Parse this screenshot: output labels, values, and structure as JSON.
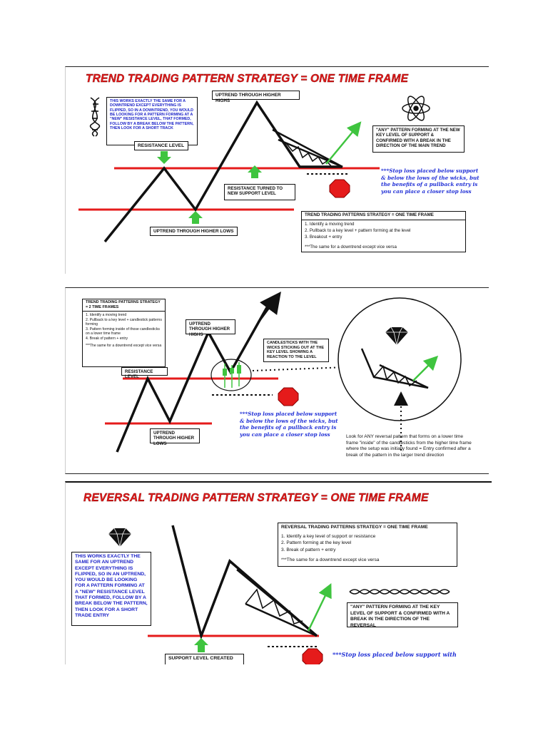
{
  "panel1": {
    "title": "TREND TRADING PATTERN STRATEGY = ONE TIME FRAME",
    "note": "THIS WORKS EXACTLY THE SAME FOR A DOWNTREND EXCEPT EVERYTHING IS FLIPPED, SO IN A DOWNTREND, YOU WOULD BE LOOKING FOR A PATTERN FORMING AT A \"NEW\" RESISTANCE LEVEL, THAT FORMED, FOLLOW BY A BREAK BELOW THE PATTERN, THEN LOOK FOR A SHORT TRACK",
    "uptrend_highs": "UPTREND THROUGH HIGHER HIGHS",
    "resistance_level": "RESISTANCE LEVEL",
    "resistance_turned": "RESISTANCE TURNED TO NEW SUPPORT LEVEL",
    "uptrend_lows": "UPTREND THROUGH HIGHER LOWS",
    "any_pattern": "\"ANY\" PATTERN FORMING AT THE NEW KEY LEVEL OF SUPPORT & CONFIRMED WITH A BREAK IN THE DIRECTION OF THE MAIN TREND",
    "stop_loss": "***Stop loss placed below support & below the lows of the wicks, but the benefits of a pullback entry is you can place a closer stop loss",
    "steps_title": "TREND TRADING PATTERNS STRATEGY = ONE TIME FRAME",
    "steps": [
      "1. Identify a moving trend",
      "2. Pullback to a key level + pattern forming at the level",
      "3. Breakout + entry"
    ],
    "steps_note": "***The same for a downtrend except vice versa"
  },
  "panel2": {
    "steps_title": "TREND TRADING PATTERNS STRATEGY = 2 TIME FRAMES",
    "steps": [
      "1. Identify a moving trend",
      "2. Pullback to a key level + candlestick patterns forming",
      "3. Pattern forming inside of those candlesticks on a lower time frame",
      "4. Break of pattern + entry"
    ],
    "steps_note": "***The same for a downtrend except vice versa",
    "uptrend_highs": "UPTREND THROUGH HIGHER HIGHS",
    "candles_note": "CANDLESTICKS WITH THE WICKS STICKING OUT AT THE KEY LEVEL SHOWING A REACTION TO THE LEVEL",
    "resistance_level": "RESISTANCE LEVEL",
    "uptrend_lows": "UPTREND THROUGH HIGHER LOWS",
    "stop_loss": "***Stop loss placed below support & below the lows of the wicks, but the benefits of a pullback entry is you can place a closer stop loss",
    "lower_tf_note": "Look for ANY reversal pattern that forms on a lower time frame \"inside\" of the candlesticks from the higher time frame where the setup was initially found = Entry confirmed after a break of the pattern in the larger trend direction"
  },
  "panel3": {
    "title": "REVERSAL TRADING PATTERN STRATEGY = ONE TIME FRAME",
    "note": "THIS WORKS EXACTLY THE SAME FOR AN UPTREND EXCEPT EVERYTHING IS FLIPPED, SO IN AN UPTREND, YOU WOULD BE LOOKING FOR A PATTERN FORMING AT A \"NEW\" RESISTANCE LEVEL THAT FORMED, FOLLOW BY A BREAK BELOW THE PATTERN, THEN LOOK FOR A SHORT TRADE ENTRY",
    "steps_title": "REVERSAL TRADING PATTERNS STRATEGY = ONE TIME FRAME",
    "steps": [
      "1. Identify a key level of support or resistance",
      "2. Pattern forming at the key level",
      "3. Break of pattern + entry"
    ],
    "steps_note": "***The same for a downtrend except vice versa",
    "any_pattern": "\"ANY\" PATTERN FORMING AT THE KEY LEVEL OF SUPPORT & CONFIRMED WITH A BREAK IN THE DIRECTION OF THE REVERSAL",
    "support_created": "SUPPORT LEVEL CREATED",
    "stop_loss": "***Stop loss placed below support with"
  },
  "colors": {
    "red": "#e51b1b",
    "green": "#3fc43f",
    "blue": "#1b22c8",
    "black": "#111111"
  },
  "icons": [
    "dna-icon",
    "atom-icon",
    "stop-sign-icon",
    "brain-icon",
    "diamond-icon",
    "dna-strand-icon"
  ]
}
